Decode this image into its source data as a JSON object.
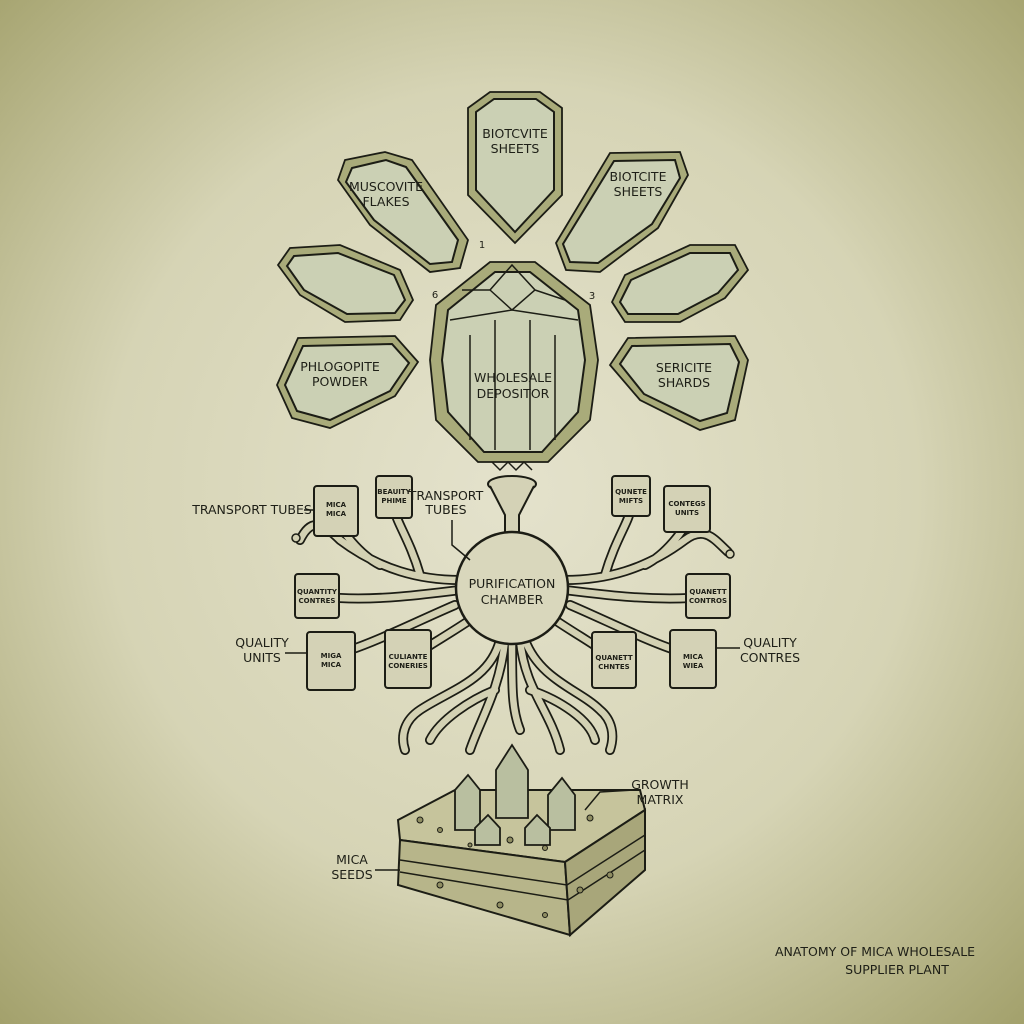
{
  "diagram": {
    "title_line1": "ANATOMY OF MICA WHOLESALE",
    "title_line2": "SUPPLIER PLANT",
    "colors": {
      "background_center": "#e4e2cc",
      "background_edge": "#a3a16c",
      "crystal_fill": "#cbd0b4",
      "crystal_rim": "#a9ab7a",
      "ink": "#1c1d15"
    },
    "crystals": {
      "top": [
        "BIOTCVITE",
        "SHEETS"
      ],
      "upper_left": [
        "MUSCOVITE",
        "FLAKES"
      ],
      "upper_right": [
        "BIOTCITE",
        "SHEETS"
      ],
      "lower_left": [
        "PHLOGOPITE",
        "POWDER"
      ],
      "lower_right": [
        "SERICITE",
        "SHARDS"
      ],
      "center": [
        "WHOLESALE",
        "DEPOSITOR"
      ]
    },
    "numbers": [
      "1",
      "6",
      "3"
    ],
    "chamber": [
      "PURIFICATION",
      "CHAMBER"
    ],
    "callouts": {
      "transport_left": "TRANSPORT TUBES",
      "transport_center": [
        "TRANSPORT",
        "TUBES"
      ],
      "quality_left": [
        "QUALITY",
        "UNITS"
      ],
      "quality_right": [
        "QUALITY",
        "CONTRES"
      ],
      "growth": [
        "GROWTH",
        "MATRIX"
      ],
      "seeds": [
        "MICA",
        "SEEDS"
      ]
    },
    "bags": [
      [
        "MICA",
        "MICA"
      ],
      [
        "BEAUITY",
        "PHIME"
      ],
      [
        "QUANTITY",
        "CONTRES"
      ],
      [
        "MIGA",
        "MICA"
      ],
      [
        "CULIANTE",
        "CONERIES"
      ],
      [
        "QUNETE",
        "MIFTS"
      ],
      [
        "CONTEGS",
        "UNITS"
      ],
      [
        "QUANETT",
        "CONTROS"
      ],
      [
        "QUANETT",
        "CHNTES"
      ],
      [
        "MICA",
        "WIEA"
      ]
    ]
  }
}
